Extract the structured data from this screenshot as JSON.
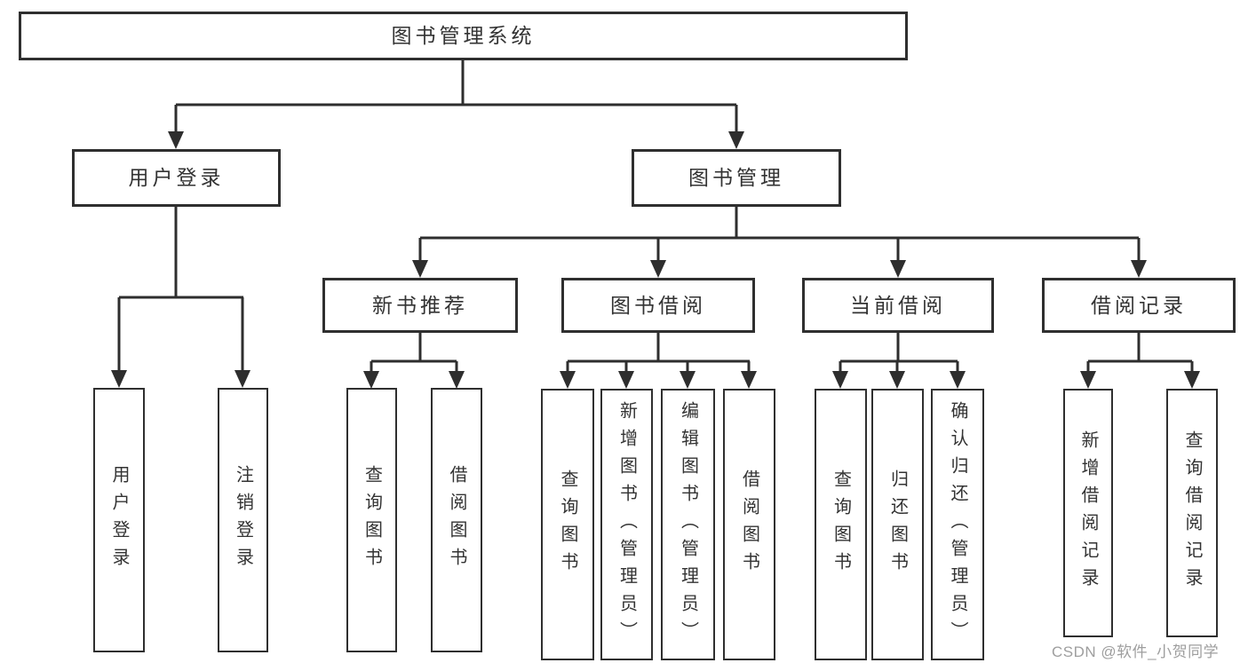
{
  "diagram": {
    "root": {
      "label": "图书管理系统"
    },
    "level2": {
      "user_login": {
        "label": "用户登录"
      },
      "book_mgmt": {
        "label": "图书管理"
      }
    },
    "level3": {
      "new_book_rec": {
        "label": "新书推荐"
      },
      "book_borrow": {
        "label": "图书借阅"
      },
      "current_borrow": {
        "label": "当前借阅"
      },
      "borrow_record": {
        "label": "借阅记录"
      }
    },
    "leaves": {
      "user_login_leaf": {
        "label": "用户登录"
      },
      "logout": {
        "label": "注销登录"
      },
      "query_book_rec": {
        "label": "查询图书"
      },
      "borrow_book_rec": {
        "label": "借阅图书"
      },
      "query_book_borrow": {
        "label": "查询图书"
      },
      "add_book": {
        "label": "新增图书（管理员）"
      },
      "edit_book": {
        "label": "编辑图书（管理员）"
      },
      "borrow_book": {
        "label": "借阅图书"
      },
      "query_book_current": {
        "label": "查询图书"
      },
      "return_book": {
        "label": "归还图书"
      },
      "confirm_return": {
        "label": "确认归还（管理员）"
      },
      "add_borrow_record": {
        "label": "新增借阅记录"
      },
      "query_borrow_record": {
        "label": "查询借阅记录"
      }
    },
    "hierarchy": {
      "图书管理系统": [
        "用户登录",
        "图书管理"
      ],
      "用户登录": [
        "用户登录",
        "注销登录"
      ],
      "图书管理": [
        "新书推荐",
        "图书借阅",
        "当前借阅",
        "借阅记录"
      ],
      "新书推荐": [
        "查询图书",
        "借阅图书"
      ],
      "图书借阅": [
        "查询图书",
        "新增图书（管理员）",
        "编辑图书（管理员）",
        "借阅图书"
      ],
      "当前借阅": [
        "查询图书",
        "归还图书",
        "确认归还（管理员）"
      ],
      "借阅记录": [
        "新增借阅记录",
        "查询借阅记录"
      ]
    },
    "colors": {
      "line": "#2e2e2e",
      "text": "#333333",
      "background": "#ffffff",
      "watermark": "#9e9e9e"
    }
  },
  "watermark": {
    "text": "CSDN @软件_小贺同学"
  }
}
